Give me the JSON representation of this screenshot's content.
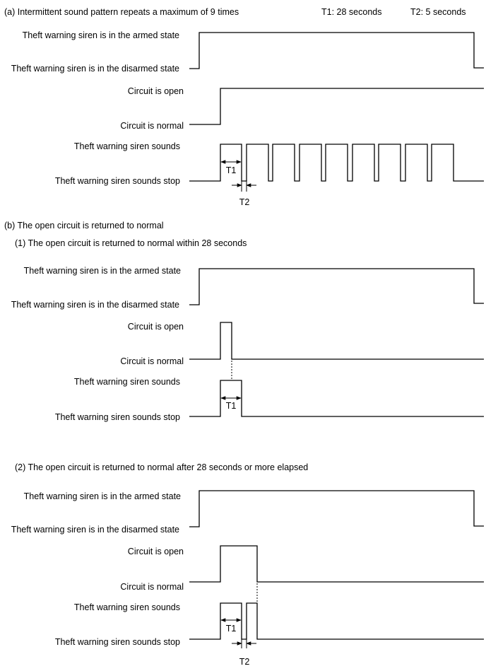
{
  "section_a": {
    "title": "(a) Intermittent sound pattern repeats a maximum of 9 times",
    "t1_legend": "T1: 28 seconds",
    "t2_legend": "T2: 5 seconds",
    "siren_armed": "Theft warning siren is in the armed state",
    "siren_disarmed": "Theft warning siren is in the disarmed state",
    "circuit_open": "Circuit is open",
    "circuit_normal": "Circuit is normal",
    "sounds": "Theft warning siren sounds",
    "sounds_stop": "Theft warning siren sounds stop",
    "t1": "T1",
    "t2": "T2"
  },
  "section_b": {
    "title": "(b) The open circuit is returned to normal"
  },
  "section_b1": {
    "title": "(1) The open circuit is returned to normal within 28 seconds",
    "siren_armed": "Theft warning siren is in the armed state",
    "siren_disarmed": "Theft warning siren is in the disarmed state",
    "circuit_open": "Circuit is open",
    "circuit_normal": "Circuit is normal",
    "sounds": "Theft warning siren sounds",
    "sounds_stop": "Theft warning siren sounds stop",
    "t1": "T1"
  },
  "section_b2": {
    "title": "(2) The open circuit is returned to normal after 28 seconds or more elapsed",
    "siren_armed": "Theft warning siren is in the armed state",
    "siren_disarmed": "Theft warning siren is in the disarmed state",
    "circuit_open": "Circuit is open",
    "circuit_normal": "Circuit is normal",
    "sounds": "Theft warning siren sounds",
    "sounds_stop": "Theft warning siren sounds stop",
    "t1": "T1",
    "t2": "T2"
  }
}
